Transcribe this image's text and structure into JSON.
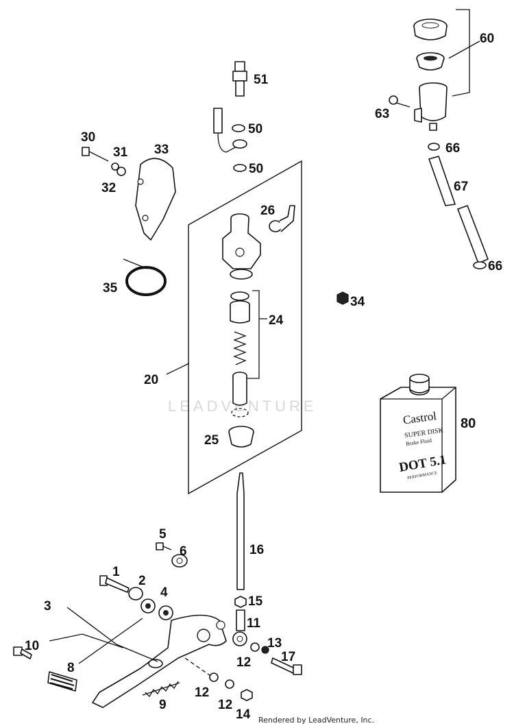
{
  "watermark": "LEADVENTURE",
  "footer": "Rendered by LeadVenture, Inc.",
  "callouts": {
    "c1": "1",
    "c2": "2",
    "c3": "3",
    "c4": "4",
    "c5": "5",
    "c6": "6",
    "c8": "8",
    "c9": "9",
    "c10": "10",
    "c11": "11",
    "c12a": "12",
    "c12b": "12",
    "c12c": "12",
    "c13": "13",
    "c14": "14",
    "c15": "15",
    "c16": "16",
    "c17": "17",
    "c20": "20",
    "c24": "24",
    "c25": "25",
    "c26": "26",
    "c30": "30",
    "c31": "31",
    "c32": "32",
    "c33": "33",
    "c34": "34",
    "c35": "35",
    "c50a": "50",
    "c50b": "50",
    "c51": "51",
    "c60": "60",
    "c63": "63",
    "c66a": "66",
    "c66b": "66",
    "c67": "67",
    "c80": "80"
  },
  "can_label": {
    "brand": "Castrol",
    "line1": "SUPER DISK",
    "line2": "Brake Fluid",
    "line3": "DOT 5.1",
    "line4": "PERFORMANCE"
  }
}
